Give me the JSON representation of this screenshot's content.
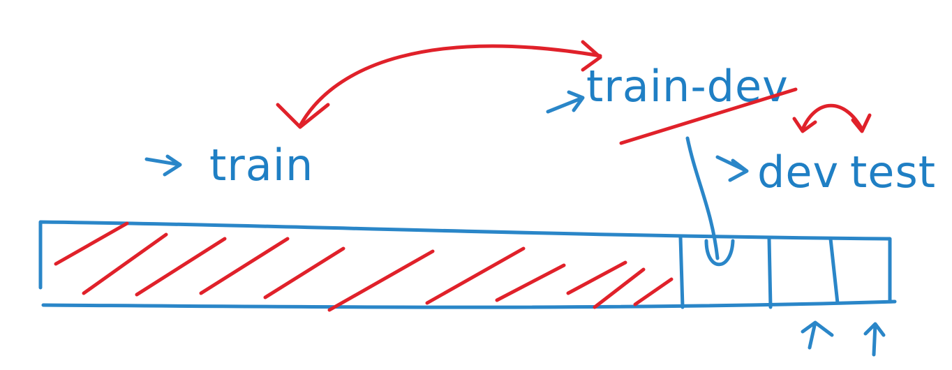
{
  "labels": {
    "train": "train",
    "train_dev": "train-dev",
    "dev": "dev",
    "test": "test"
  },
  "colors": {
    "ink_blue": "#1f7fc4",
    "ink_red": "#e0212a",
    "background": "#ffffff"
  }
}
